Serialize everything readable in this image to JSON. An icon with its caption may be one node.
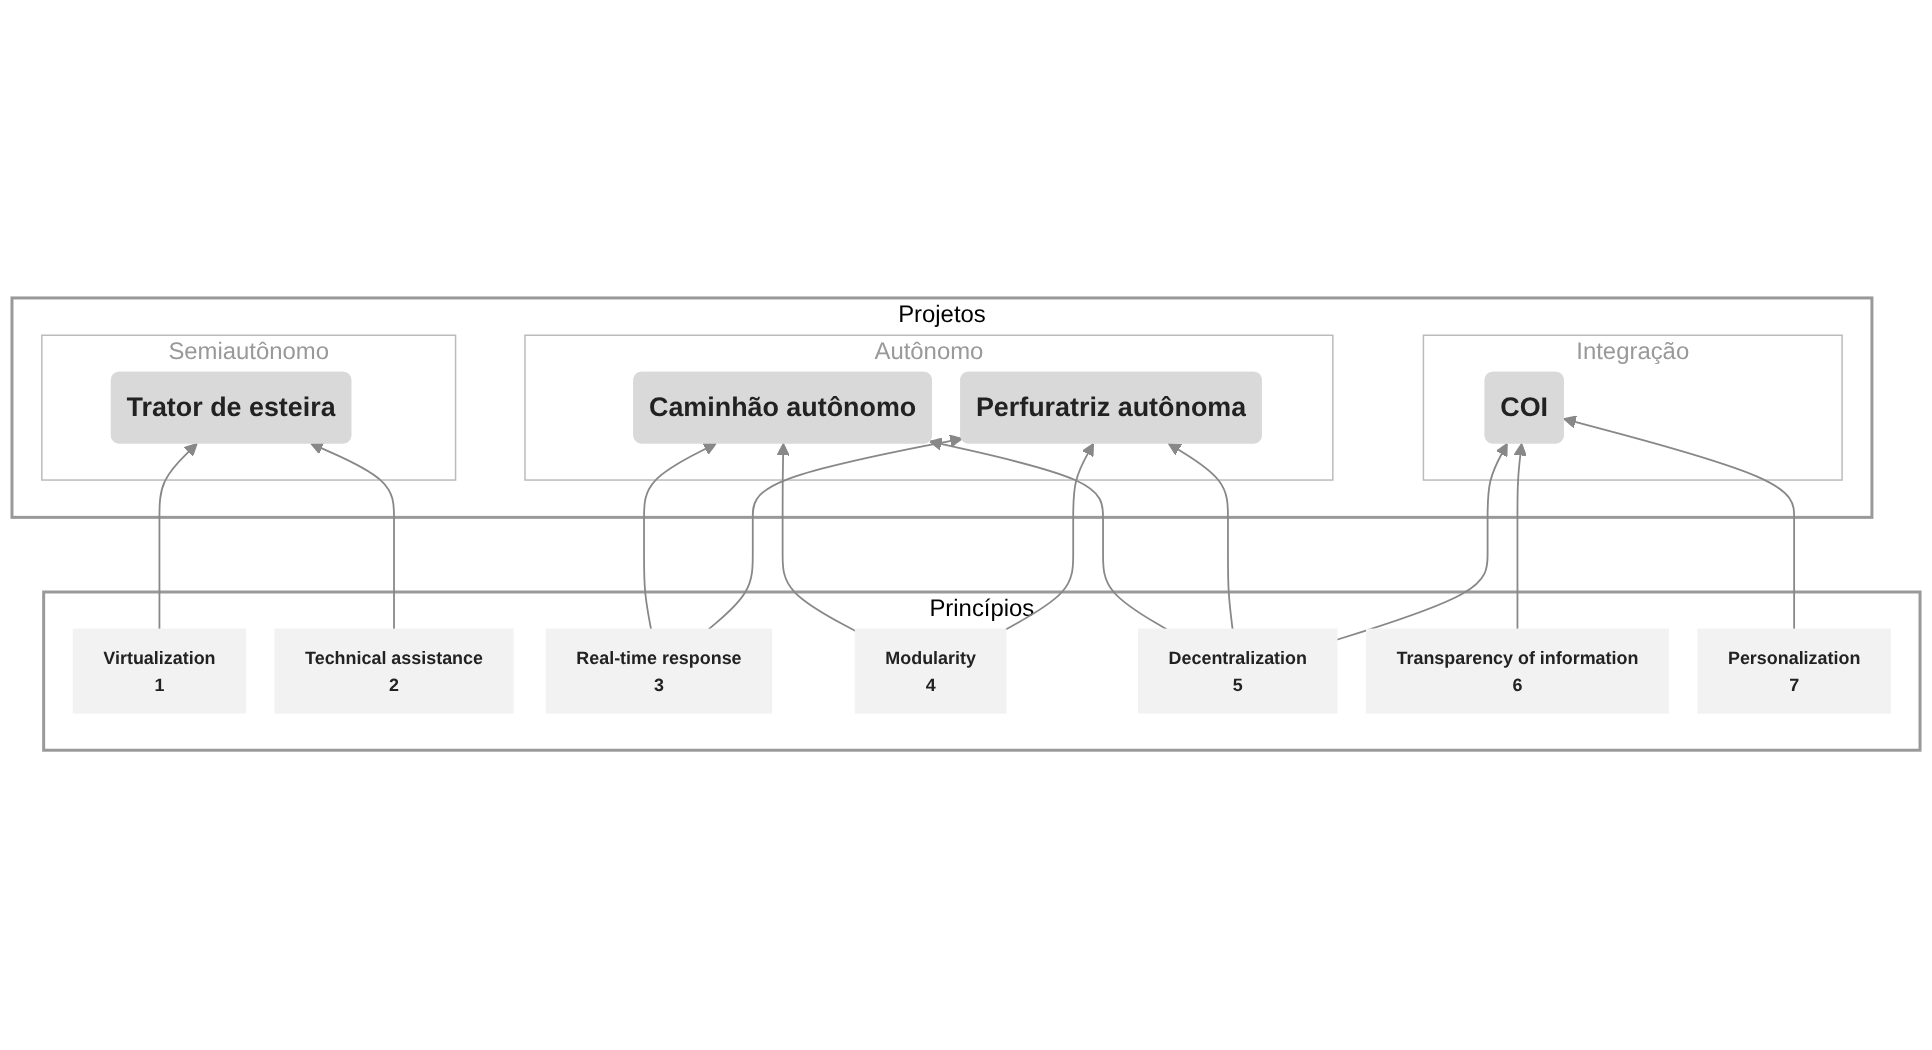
{
  "diagram": {
    "nodes": [
      {
        "text": [
          "Projetos"
        ]
      },
      {
        "text": [
          "Semiautônomo"
        ],
        "in": 0
      },
      {
        "text": [
          "Trator de esteira"
        ],
        "in": 1
      },
      {
        "text": [
          "Autônomo"
        ],
        "in": 0
      },
      {
        "text": [
          "Caminhão autônomo"
        ],
        "in": 3
      },
      {
        "text": [
          "Perfuratriz autônoma"
        ],
        "in": 3
      },
      {
        "text": [
          "Integração"
        ],
        "in": 0
      },
      {
        "text": [
          "COI"
        ],
        "in": 6
      },
      {
        "text": [
          "Princípios"
        ]
      },
      {
        "text": [
          "Virtualization",
          "1"
        ],
        "in": 8
      },
      {
        "text": [
          "Technical assistance",
          "2"
        ],
        "in": 8
      },
      {
        "text": [
          "Real-time response",
          "3"
        ],
        "in": 8
      },
      {
        "text": [
          "Modularity",
          "4"
        ],
        "in": 8
      },
      {
        "text": [
          "Decentralization",
          "5"
        ],
        "in": 8
      },
      {
        "text": [
          "Transparency of information",
          "6"
        ],
        "in": 8
      },
      {
        "text": [
          "Personalization",
          "7"
        ],
        "in": 8
      }
    ],
    "edges": [
      {
        "from": 9,
        "to": 2,
        "arrow": "to"
      },
      {
        "from": 10,
        "to": 2,
        "arrow": "to"
      },
      {
        "from": 11,
        "to": 4,
        "arrow": "to"
      },
      {
        "from": 11,
        "to": 5,
        "arrow": "to"
      },
      {
        "from": 12,
        "to": 4,
        "arrow": "to"
      },
      {
        "from": 12,
        "to": 5,
        "arrow": "to"
      },
      {
        "from": 13,
        "to": 4,
        "arrow": "to"
      },
      {
        "from": 13,
        "to": 5,
        "arrow": "to"
      },
      {
        "from": 13,
        "to": 7,
        "arrow": "to"
      },
      {
        "from": 14,
        "to": 7,
        "arrow": "to"
      },
      {
        "from": 15,
        "to": 7,
        "arrow": "to"
      }
    ]
  }
}
